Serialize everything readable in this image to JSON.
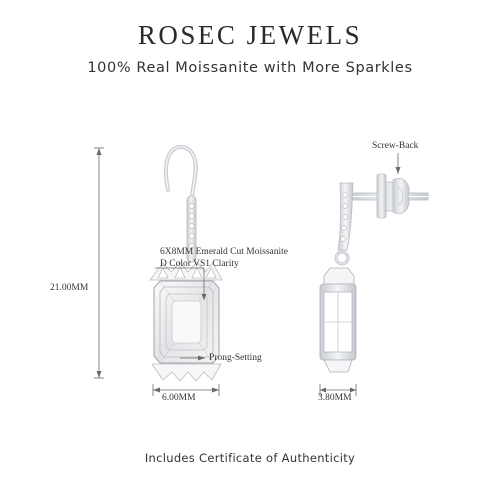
{
  "header": {
    "brand": "ROSEC JEWELS",
    "tagline": "100% Real Moissanite with More Sparkles"
  },
  "annotations": {
    "screw_back": "Screw-Back",
    "stone_line1": "6X8MM Emerald Cut Moissanite",
    "stone_line2": "D Color VS1 Clarity",
    "prong_setting": "Prong-Setting",
    "height": "21.00MM",
    "front_width": "6.00MM",
    "side_width": "3.80MM"
  },
  "footer": {
    "certificate": "Includes Certificate of Authenticity"
  },
  "colors": {
    "metal": "#e6e8ec",
    "metal_edge": "#b9bdc4",
    "line": "#6a6a6a"
  }
}
